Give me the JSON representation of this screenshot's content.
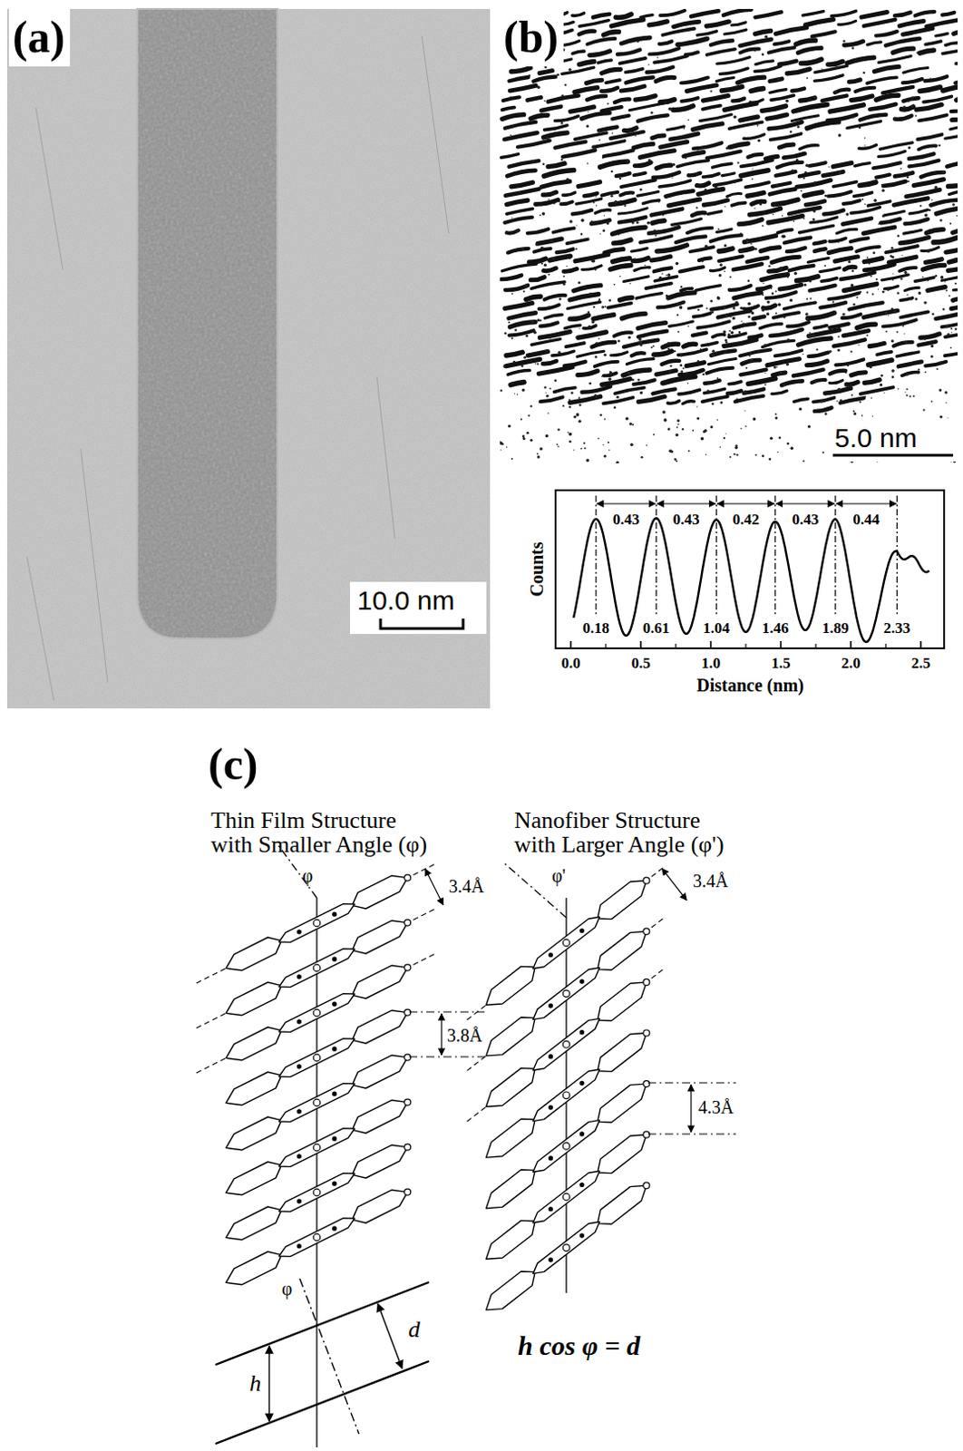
{
  "diagram": {
    "labels": [
      "(a)",
      "10.0 nm",
      "(b)",
      "5.0 nm",
      "0.43",
      "0.43",
      "0.42",
      "0.43",
      "0.44",
      "0.18",
      "0.61",
      "1.04",
      "1.46",
      "1.89",
      "2.33",
      "Counts",
      "0.0",
      "0.5",
      "1.0",
      "1.5",
      "2.0",
      "2.5",
      "Distance (nm)",
      "(c)",
      "Thin Film Structure with Smaller Angle (φ)",
      "Nanofiber Structure with Larger Angle (φ')",
      "φ",
      "3.4Å",
      "3.8Å",
      "φ'",
      "3.4Å",
      "4.3Å",
      "φ",
      "d",
      "h",
      "h cos φ = d"
    ]
  }
}
